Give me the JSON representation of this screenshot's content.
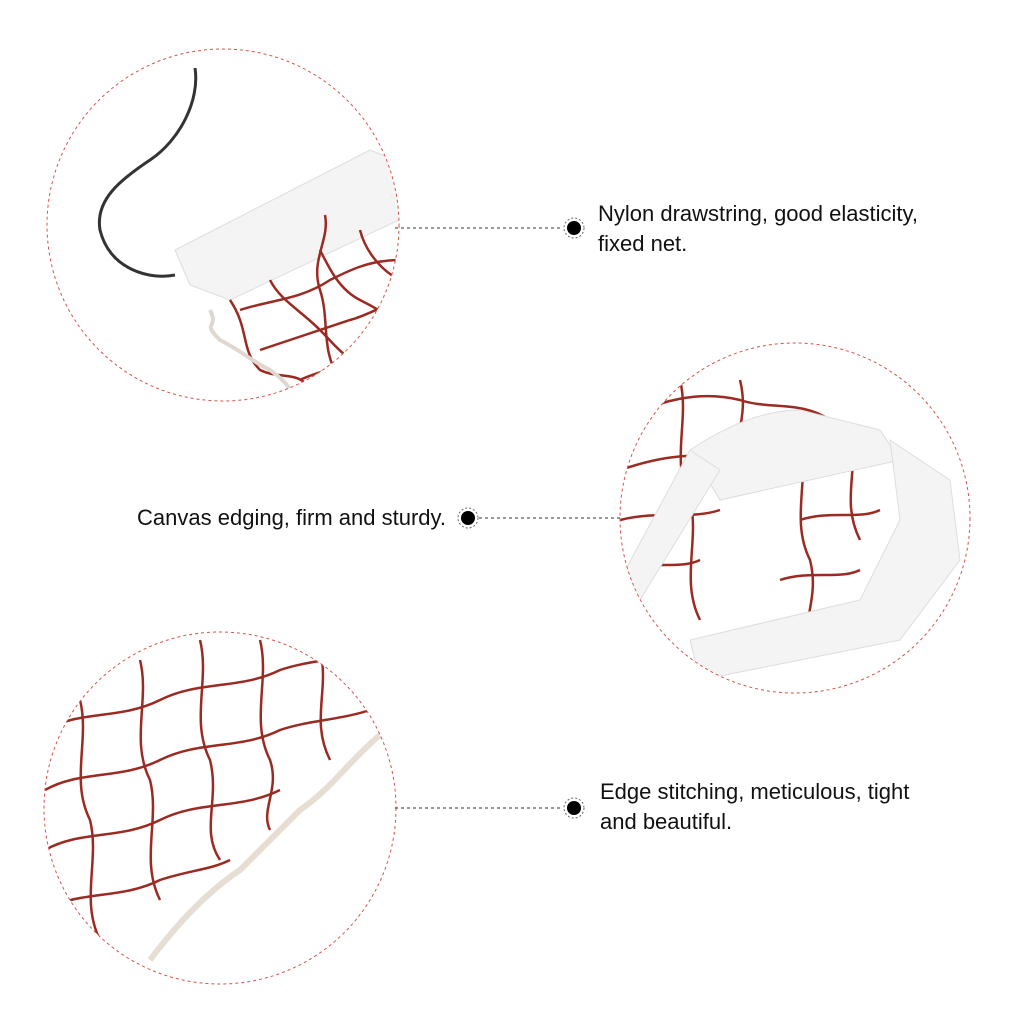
{
  "callouts": [
    {
      "text_line1": "Nylon drawstring, good elasticity,",
      "text_line2": "fixed net."
    },
    {
      "text_line1": "Canvas edging, firm and sturdy."
    },
    {
      "text_line1": "Edge stitching, meticulous, tight",
      "text_line2": "and beautiful."
    }
  ],
  "colors": {
    "net": "#9b2a22",
    "circle_outline": "#d9534a",
    "canvas": "#f4f4f4",
    "drawstring": "#333333"
  }
}
